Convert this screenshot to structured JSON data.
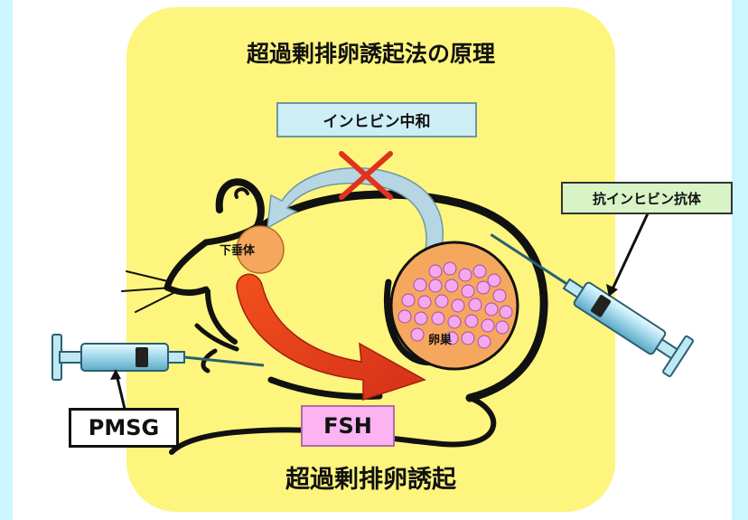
{
  "title": "超過剰排卵誘起法の原理",
  "caption": "超過剰排卵誘起",
  "labels": {
    "inhibin_neutralization": "インヒビン中和",
    "anti_inhibin_antibody": "抗インヒビン抗体",
    "pituitary": "下垂体",
    "ovary": "卵巣",
    "pmsg": "PMSG",
    "fsh": "FSH"
  },
  "colors": {
    "page_background": "#ccf6ff",
    "panel_background": "#fdf57d",
    "fsh_arrow": "#e03d1a",
    "feedback_arrow": "#9fc6d4",
    "block_cross": "#e0331e",
    "follicle": "#f4a8f0",
    "ovary": "#f6a75e"
  },
  "icons": [
    "mouse-illustration",
    "syringe-icon",
    "cross-mark-icon",
    "feedback-arrow-icon",
    "fsh-arrow-icon"
  ]
}
